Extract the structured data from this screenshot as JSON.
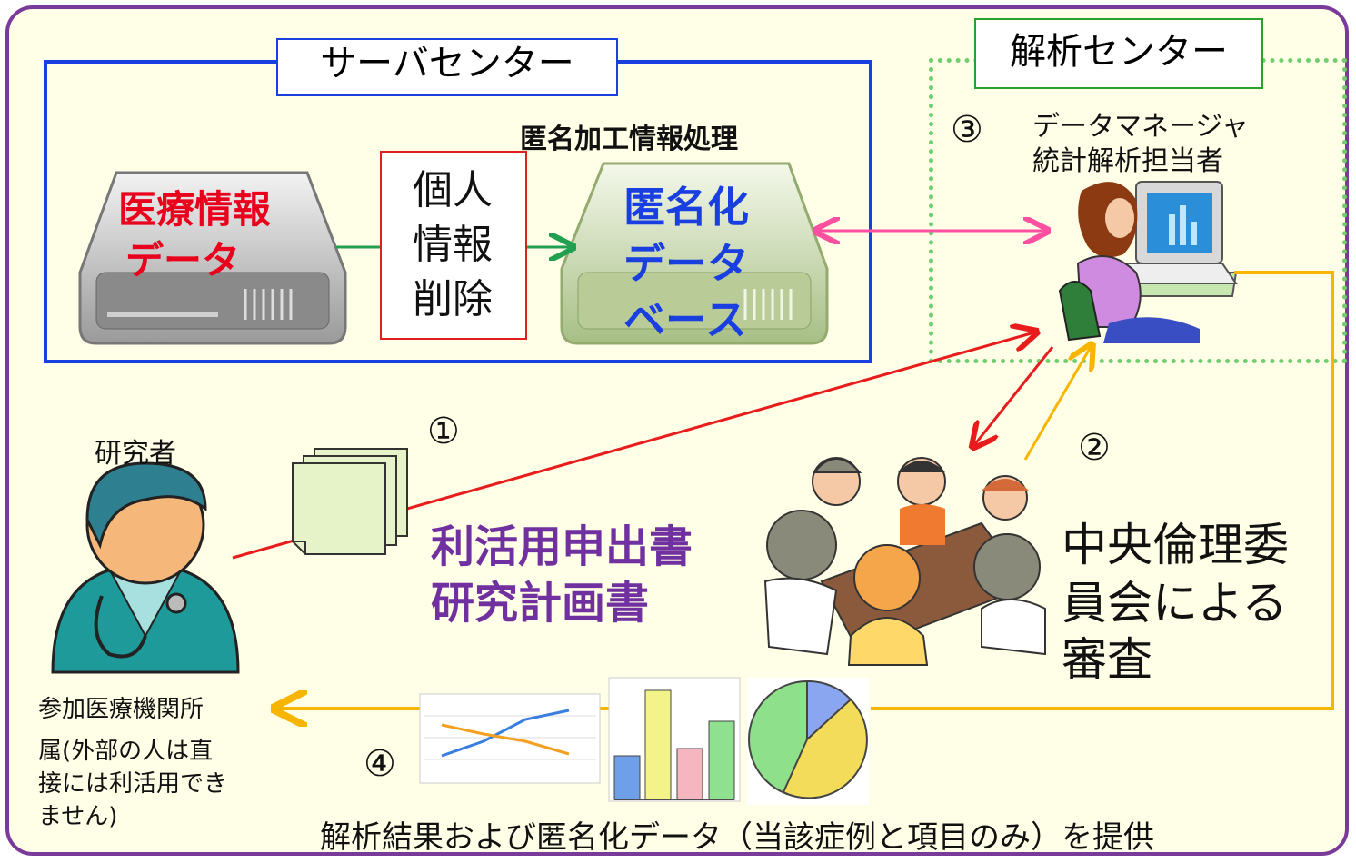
{
  "server_center": {
    "title": "サーバセンター",
    "process_label": "匿名加工情報処理",
    "medical_db": [
      "医療情報",
      "データ"
    ],
    "anon_db": [
      "匿名化",
      "データ",
      "ベース"
    ],
    "deletion": [
      "個人",
      "情報",
      "削除"
    ]
  },
  "analysis_center": {
    "title": "解析センター",
    "roles": [
      "データマネージャ",
      "統計解析担当者"
    ]
  },
  "steps": {
    "s1": "①",
    "s2": "②",
    "s3": "③",
    "s4": "④"
  },
  "researcher": {
    "label": "研究者",
    "note": [
      "参加医療機関所",
      "属(外部の人は直",
      "接には利活用でき",
      "ません)"
    ]
  },
  "application": [
    "利活用申出書",
    "研究計画書"
  ],
  "committee": [
    "中央倫理委",
    "員会による",
    "審査"
  ],
  "result": "解析結果および匿名化データ（当該症例と項目のみ）を提供",
  "colors": {
    "frame": "#7a3a9a",
    "server_border": "#1a3fe0",
    "analysis_border": "#6fcf6f",
    "red_text": "#e8001c",
    "blue_text": "#1a3fe0",
    "purple_text": "#7030a0",
    "arrow_red": "#e81c1c",
    "arrow_pink": "#ff4fa0",
    "arrow_orange": "#f7b500",
    "arrow_green": "#20a050"
  }
}
